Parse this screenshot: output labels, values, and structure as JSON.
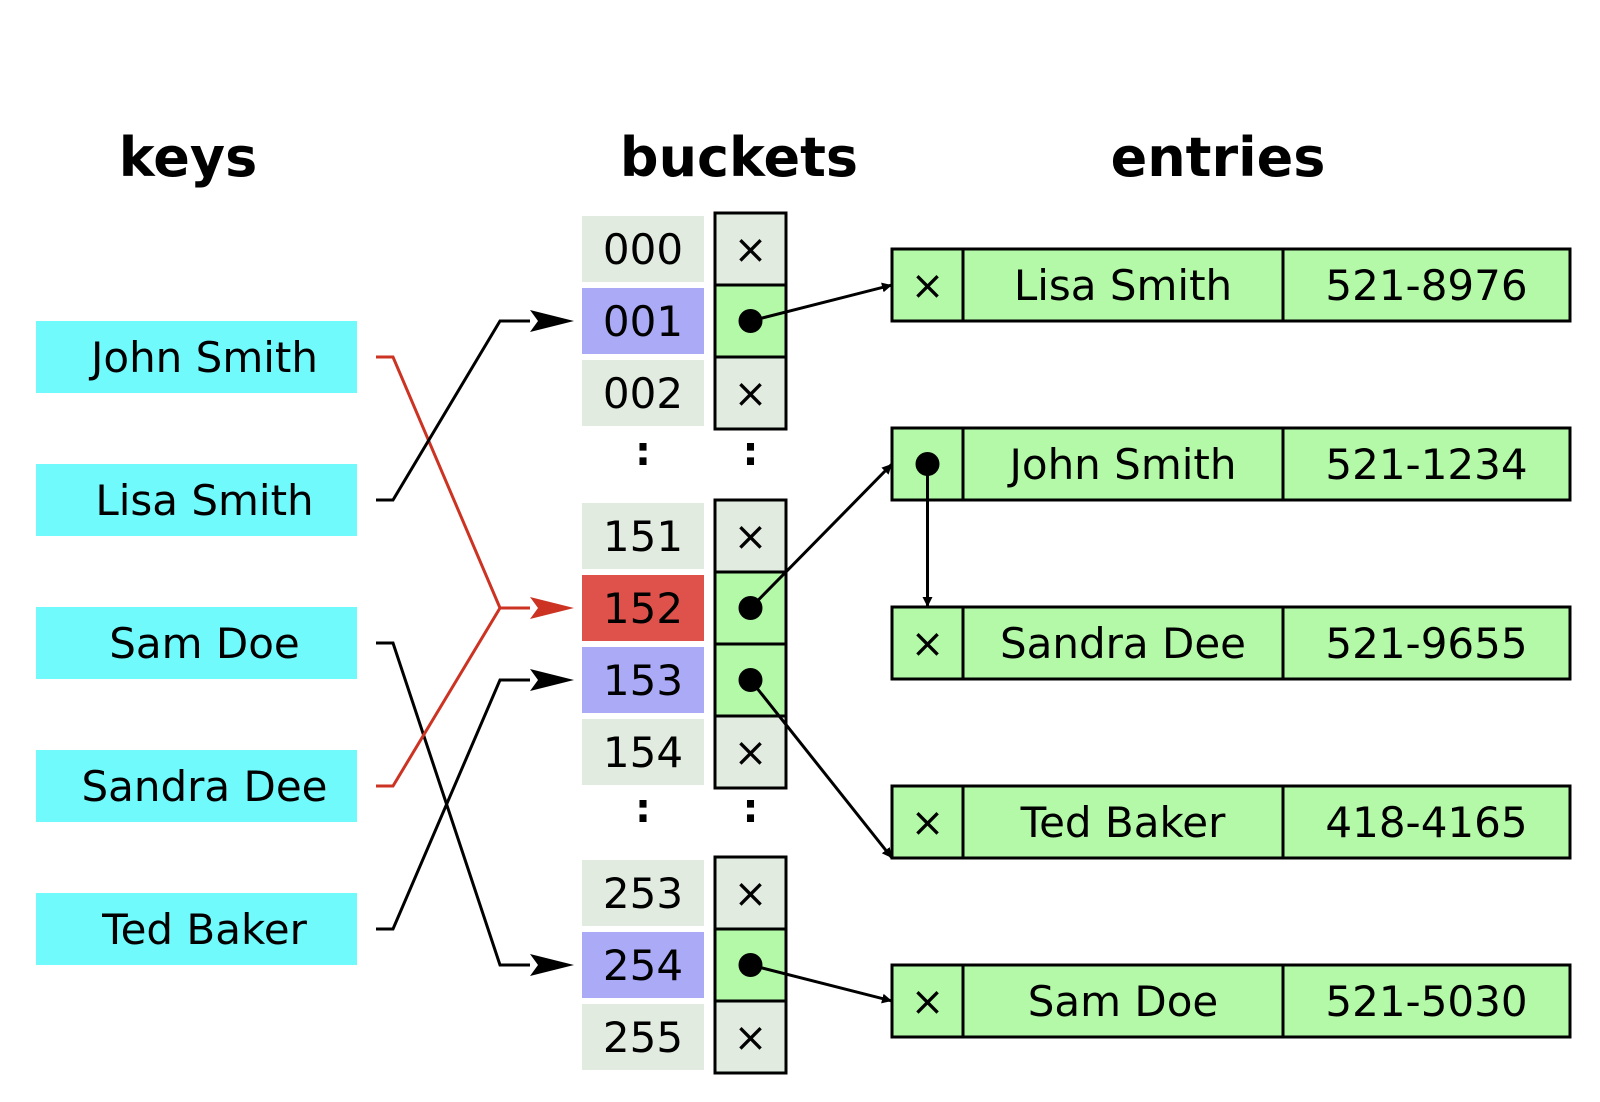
{
  "headers": {
    "keys": "keys",
    "buckets": "buckets",
    "entries": "entries"
  },
  "colors": {
    "key_fill": "#70FAFC",
    "bucket_index_default": "#E1EBDF",
    "bucket_index_collision": "#AAAAF7",
    "bucket_index_highlight": "#DF524C",
    "slot_empty": "#E1EBDF",
    "slot_full": "#B3F9A7",
    "entry_fill": "#B3F9A7",
    "red_line": "#CC3322",
    "black_line": "#000000"
  },
  "keys": [
    {
      "id": "john",
      "label": "John Smith"
    },
    {
      "id": "lisa",
      "label": "Lisa Smith"
    },
    {
      "id": "sam",
      "label": "Sam Doe"
    },
    {
      "id": "sandra",
      "label": "Sandra Dee"
    },
    {
      "id": "ted",
      "label": "Ted Baker"
    }
  ],
  "bucket_groups": [
    [
      {
        "index": "000",
        "state": "default",
        "slot": "empty"
      },
      {
        "index": "001",
        "state": "collision",
        "slot": "full"
      },
      {
        "index": "002",
        "state": "default",
        "slot": "empty"
      }
    ],
    [
      {
        "index": "151",
        "state": "default",
        "slot": "empty"
      },
      {
        "index": "152",
        "state": "highlight",
        "slot": "full"
      },
      {
        "index": "153",
        "state": "collision",
        "slot": "full"
      },
      {
        "index": "154",
        "state": "default",
        "slot": "empty"
      }
    ],
    [
      {
        "index": "253",
        "state": "default",
        "slot": "empty"
      },
      {
        "index": "254",
        "state": "collision",
        "slot": "full"
      },
      {
        "index": "255",
        "state": "default",
        "slot": "empty"
      }
    ]
  ],
  "ellipsis": ":",
  "empty_mark": "×",
  "entries": [
    {
      "id": "e-lisa",
      "name": "Lisa Smith",
      "phone": "521-8976",
      "next": "none"
    },
    {
      "id": "e-john",
      "name": "John Smith",
      "phone": "521-1234",
      "next": "e-sandra"
    },
    {
      "id": "e-sandra",
      "name": "Sandra Dee",
      "phone": "521-9655",
      "next": "none"
    },
    {
      "id": "e-ted",
      "name": "Ted Baker",
      "phone": "418-4165",
      "next": "none"
    },
    {
      "id": "e-sam",
      "name": "Sam Doe",
      "phone": "521-5030",
      "next": "none"
    }
  ],
  "hash_links": [
    {
      "key": "john",
      "bucket": "152",
      "collision": true
    },
    {
      "key": "lisa",
      "bucket": "001",
      "collision": false
    },
    {
      "key": "sam",
      "bucket": "254",
      "collision": false
    },
    {
      "key": "sandra",
      "bucket": "152",
      "collision": true
    },
    {
      "key": "ted",
      "bucket": "153",
      "collision": false
    }
  ],
  "slot_links": [
    {
      "bucket": "001",
      "entry": "e-lisa"
    },
    {
      "bucket": "152",
      "entry": "e-john"
    },
    {
      "bucket": "153",
      "entry": "e-ted"
    },
    {
      "bucket": "254",
      "entry": "e-sam"
    }
  ]
}
